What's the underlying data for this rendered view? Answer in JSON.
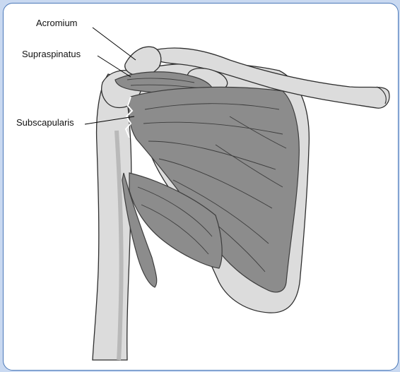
{
  "figure": {
    "labels": {
      "acromium": "Acromium",
      "supraspinatus": "Supraspinatus",
      "subscapularis": "Subscapularis"
    },
    "colors": {
      "background": "#c9d9f1",
      "panel": "#ffffff",
      "panel_border": "#4a78b8",
      "bone": "#dcdcdc",
      "bone_shadow": "#b9b9b9",
      "muscle": "#8c8c8c",
      "muscle_outline": "#3d3d3d",
      "leader_line": "#000000"
    }
  }
}
